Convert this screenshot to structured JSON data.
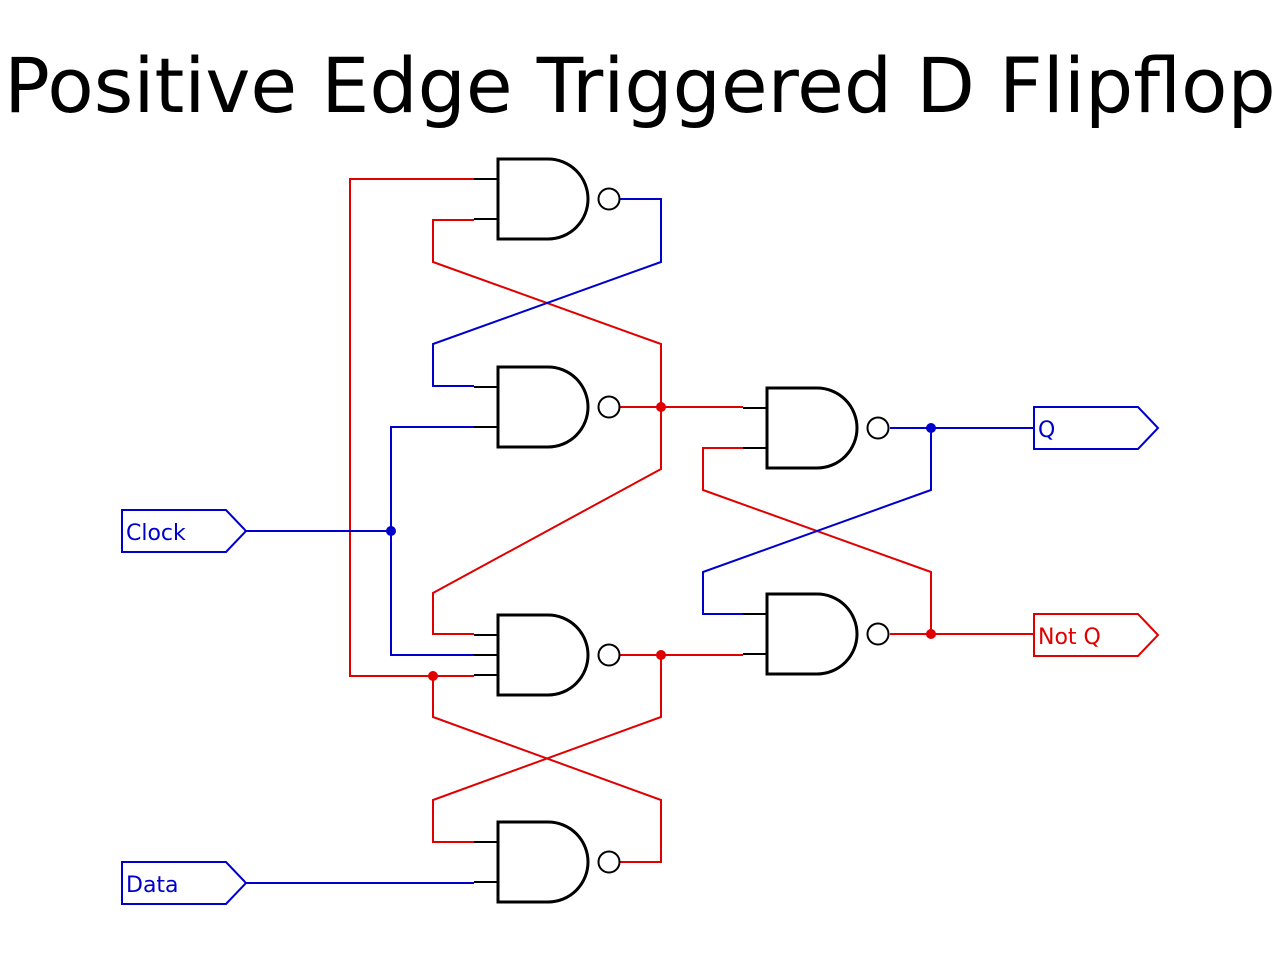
{
  "title": "Positive Edge Triggered D Flipflop",
  "ports": {
    "clock": "Clock",
    "data": "Data",
    "q": "Q",
    "not_q": "Not Q"
  },
  "colors": {
    "red_wire": "#e00000",
    "blue_wire": "#0000cc",
    "gate": "#000000",
    "background": "#ffffff"
  }
}
